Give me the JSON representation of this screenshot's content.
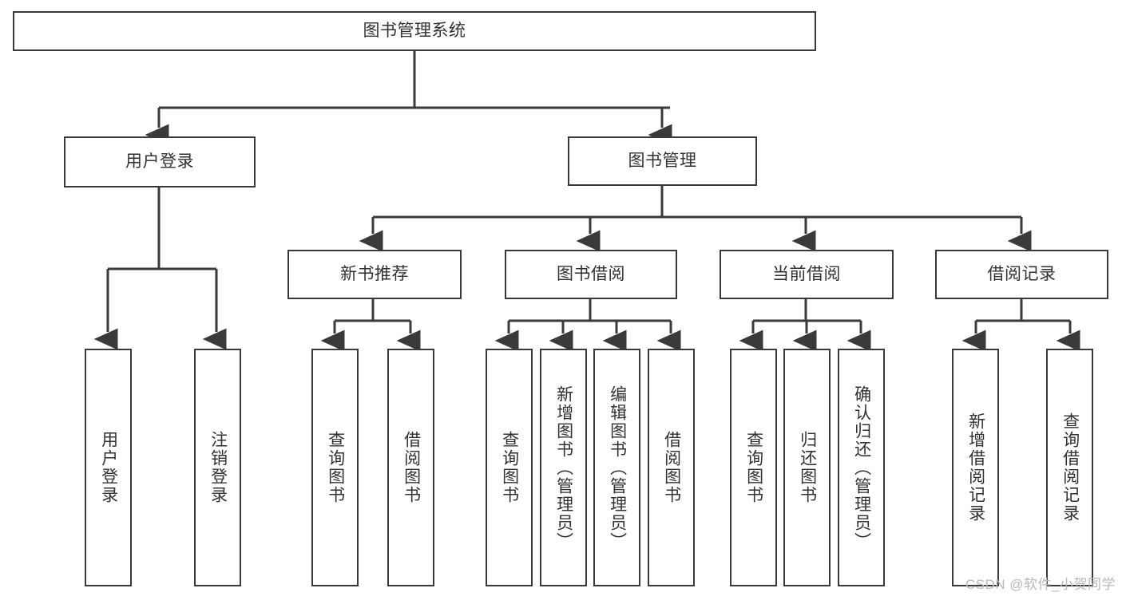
{
  "diagram": {
    "title": "图书管理系统",
    "type": "tree-hierarchy",
    "root": {
      "id": "root",
      "label": "图书管理系统"
    },
    "level1": [
      {
        "id": "user-login",
        "label": "用户登录"
      },
      {
        "id": "book-manage",
        "label": "图书管理"
      }
    ],
    "level2": [
      {
        "id": "new-book-rec",
        "label": "新书推荐",
        "parent": "book-manage"
      },
      {
        "id": "book-borrow",
        "label": "图书借阅",
        "parent": "book-manage"
      },
      {
        "id": "current-borrow",
        "label": "当前借阅",
        "parent": "book-manage"
      },
      {
        "id": "borrow-record",
        "label": "借阅记录",
        "parent": "book-manage"
      }
    ],
    "leaves": [
      {
        "id": "leaf-user-login",
        "label": "用户登录",
        "parent": "user-login"
      },
      {
        "id": "leaf-logout",
        "label": "注销登录",
        "parent": "user-login"
      },
      {
        "id": "leaf-query-book-1",
        "label": "查询图书",
        "parent": "new-book-rec"
      },
      {
        "id": "leaf-borrow-book-1",
        "label": "借阅图书",
        "parent": "new-book-rec"
      },
      {
        "id": "leaf-query-book-2",
        "label": "查询图书",
        "parent": "book-borrow"
      },
      {
        "id": "leaf-add-book",
        "label": "新增图书（管理员）",
        "parent": "book-borrow"
      },
      {
        "id": "leaf-edit-book",
        "label": "编辑图书（管理员）",
        "parent": "book-borrow"
      },
      {
        "id": "leaf-borrow-book-2",
        "label": "借阅图书",
        "parent": "book-borrow"
      },
      {
        "id": "leaf-query-book-3",
        "label": "查询图书",
        "parent": "current-borrow"
      },
      {
        "id": "leaf-return-book",
        "label": "归还图书",
        "parent": "current-borrow"
      },
      {
        "id": "leaf-confirm-return",
        "label": "确认归还（管理员）",
        "parent": "current-borrow"
      },
      {
        "id": "leaf-add-record",
        "label": "新增借阅记录",
        "parent": "borrow-record"
      },
      {
        "id": "leaf-query-record",
        "label": "查询借阅记录",
        "parent": "borrow-record"
      }
    ],
    "watermark": "CSDN @软件_小贺同学",
    "colors": {
      "border": "#3a3a3a",
      "text": "#33302e",
      "background": "#ffffff",
      "edge": "#3a3a3a",
      "watermark": "#b9b9b9"
    }
  }
}
